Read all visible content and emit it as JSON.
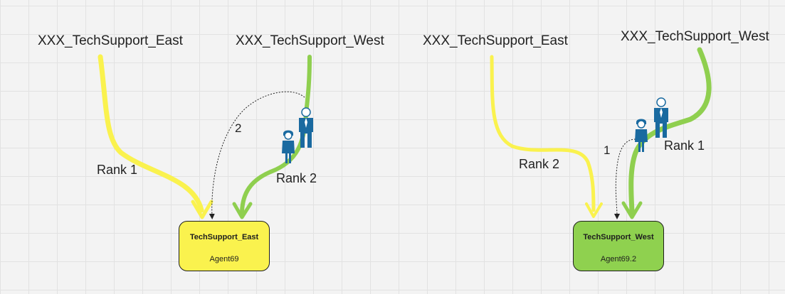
{
  "colors": {
    "east": "#faf24e",
    "west": "#8fcf4f",
    "east_node": "#faf24e",
    "west_node": "#8fd14f",
    "agent_icon": "#1a6aa0"
  },
  "left_scenario": {
    "queue_east_label": "XXX_TechSupport_East",
    "queue_west_label": "XXX_TechSupport_West",
    "rank_east_label": "Rank 1",
    "rank_west_label": "Rank 2",
    "step_label": "2",
    "node": {
      "title": "TechSupport_East",
      "agent": "Agent69"
    }
  },
  "right_scenario": {
    "queue_east_label": "XXX_TechSupport_East",
    "queue_west_label": "XXX_TechSupport_West",
    "rank_east_label": "Rank 2",
    "rank_west_label": "Rank 1",
    "step_label": "1",
    "node": {
      "title": "TechSupport_West",
      "agent": "Agent69.2"
    }
  },
  "icons": {
    "male_agent": "male-agent-icon",
    "female_agent": "female-agent-icon"
  }
}
